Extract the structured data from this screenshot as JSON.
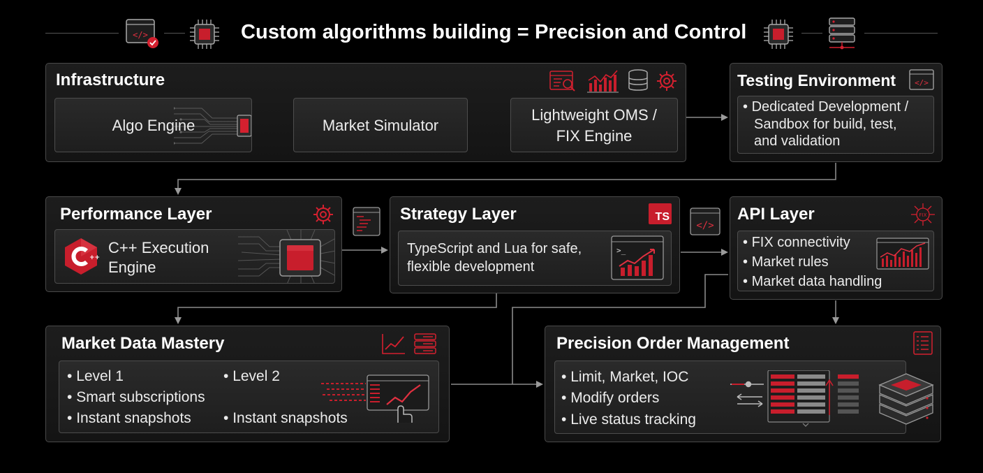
{
  "title": "Custom algorithms building = Precision and Control",
  "infrastructure": {
    "title": "Infrastructure",
    "algo_engine": "Algo Engine",
    "market_simulator": "Market Simulator",
    "oms_line1": "Lightweight OMS /",
    "oms_line2": "FIX Engine"
  },
  "testing": {
    "title": "Testing Environment",
    "bullet_line1": "Dedicated Development /",
    "bullet_line2": "Sandbox for build, test,",
    "bullet_line3": "and validation"
  },
  "performance": {
    "title": "Performance Layer",
    "engine_line1": "C++ Execution",
    "engine_line2": "Engine"
  },
  "strategy": {
    "title": "Strategy Layer",
    "ts_badge": "TS",
    "desc_line1": "TypeScript and Lua for safe,",
    "desc_line2": "flexible development"
  },
  "api": {
    "title": "API Layer",
    "fix_tag": "FIX",
    "items": [
      "FIX connectivity",
      "Market rules",
      "Market data handling"
    ]
  },
  "market_data": {
    "title": "Market Data Mastery",
    "col1": [
      "Level 1",
      "Smart subscriptions",
      "Instant snapshots"
    ],
    "col2": [
      "Level 2",
      "Instant snapshots"
    ]
  },
  "order_mgmt": {
    "title": "Precision Order Management",
    "items": [
      "Limit, Market, IOC",
      "Modify orders",
      "Live status tracking"
    ]
  },
  "icons": {
    "header": [
      "code-window-check-icon",
      "cpu-chip-icon",
      "cpu-chip-icon",
      "server-network-icon"
    ],
    "infrastructure": [
      "search-document-icon",
      "bar-chart-icon",
      "database-icon",
      "gear-icon"
    ]
  },
  "colors": {
    "accent": "#d4202f",
    "background": "#000000",
    "panel": "#1a1a1a"
  }
}
